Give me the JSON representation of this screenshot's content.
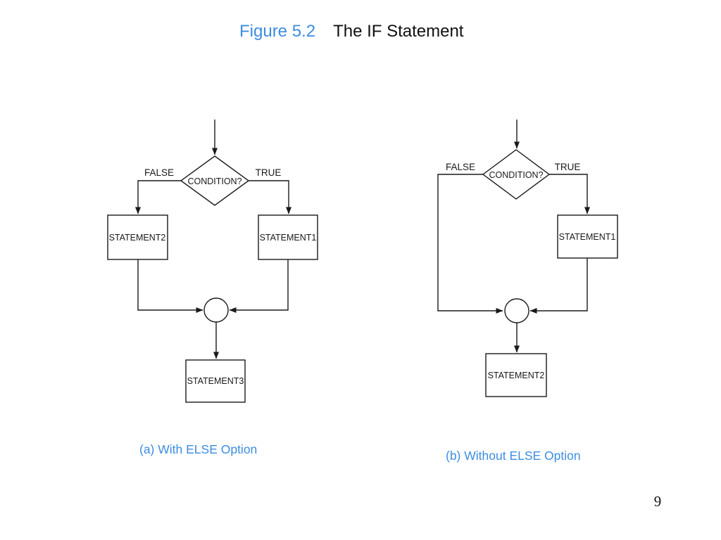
{
  "title": {
    "figure_label": "Figure 5.2",
    "figure_title": "The IF Statement"
  },
  "page_number": "9",
  "colors": {
    "accent_blue": "#3c8de0",
    "line_black": "#1a1a1a"
  },
  "flowchart_a": {
    "condition_label": "CONDITION?",
    "false_label": "FALSE",
    "true_label": "TRUE",
    "false_branch_box": "STATEMENT2",
    "true_branch_box": "STATEMENT1",
    "merge_box": "STATEMENT3",
    "caption": "(a) With ELSE Option"
  },
  "flowchart_b": {
    "condition_label": "CONDITION?",
    "false_label": "FALSE",
    "true_label": "TRUE",
    "true_branch_box": "STATEMENT1",
    "merge_box": "STATEMENT2",
    "caption": "(b) Without ELSE Option"
  }
}
